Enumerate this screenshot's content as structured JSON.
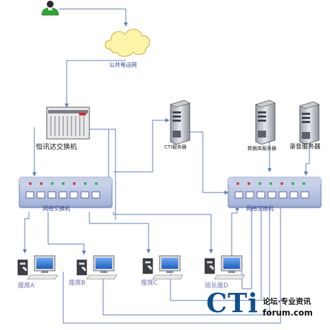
{
  "nodes": {
    "pstn": "公共电话网",
    "pbx": "恒讯达交换机",
    "switch_left": "网络交换机",
    "switch_right": "网络交换机",
    "cti_server": "CTI服务器",
    "db_server": "数据库服务器",
    "record_server": "录音服务器",
    "seat_a": "座席A",
    "seat_b": "座席B",
    "seat_c": "座席C",
    "seat_d": "班长座D"
  },
  "watermark": {
    "brand": "CTi",
    "line1": "论坛·专业资讯",
    "line2": "forum.com"
  },
  "colors": {
    "line": "#5a7bbf",
    "cloud": "#fff4a8",
    "switch": "#bcc8e6",
    "brand": "#0e4f8f"
  }
}
